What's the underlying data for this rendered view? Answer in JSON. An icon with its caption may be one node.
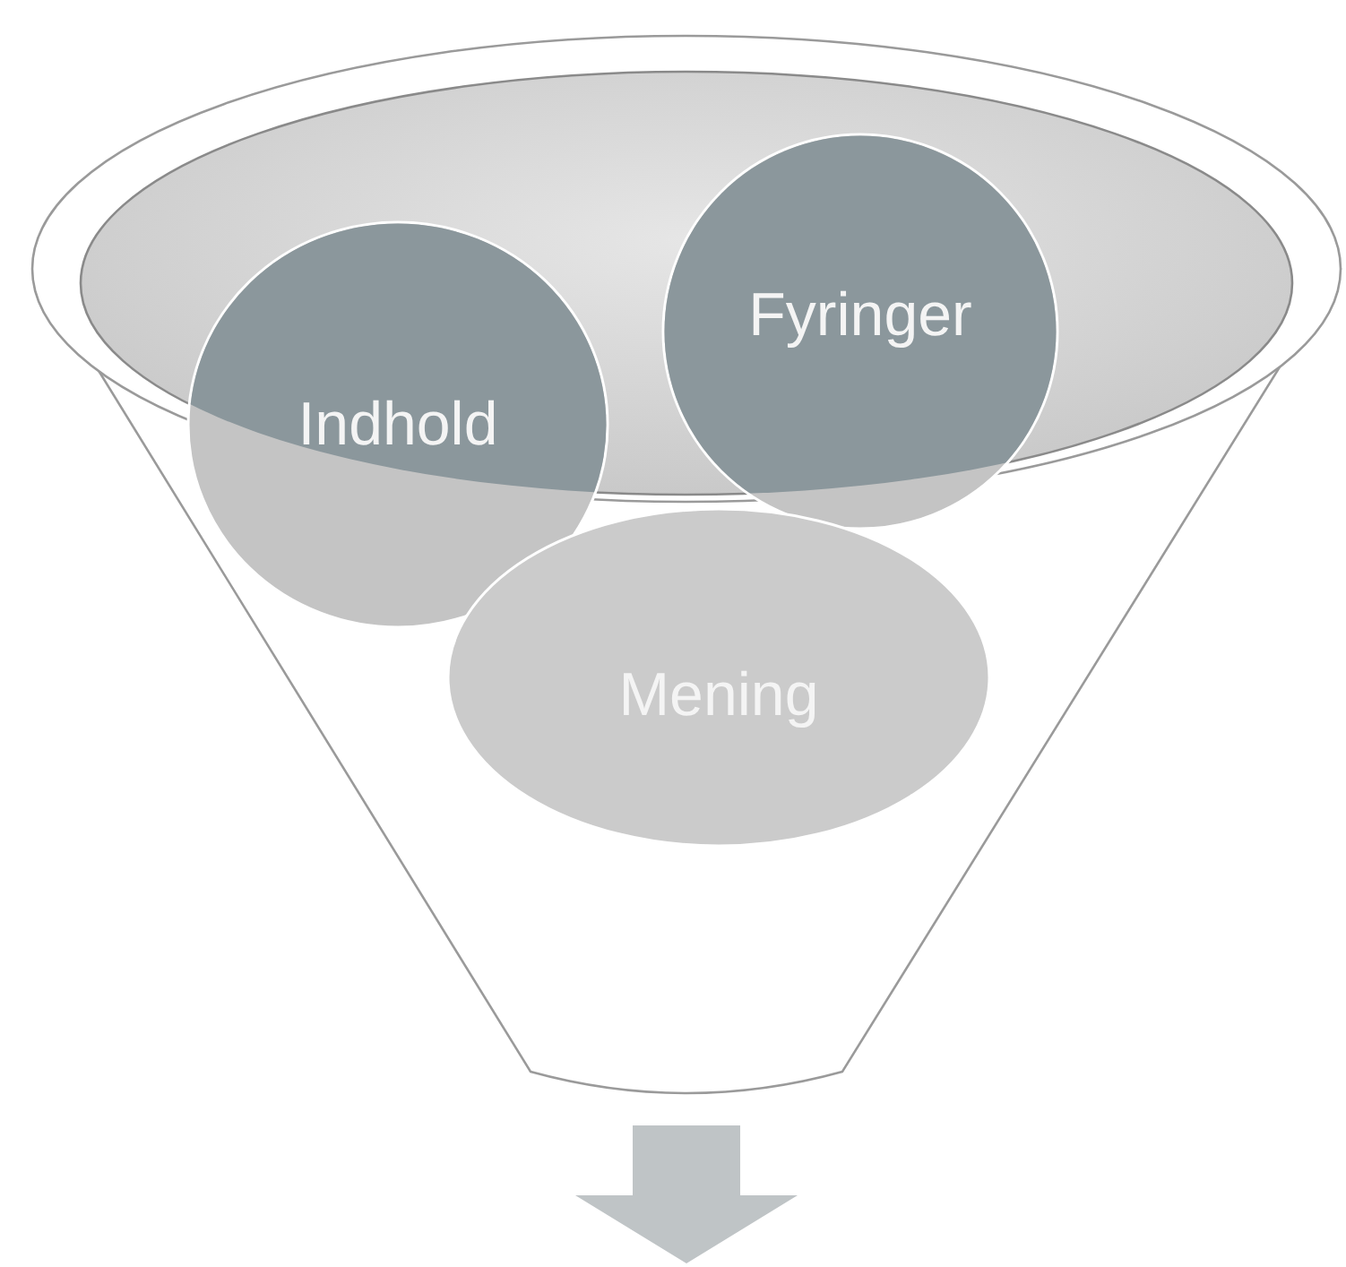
{
  "diagram": {
    "nodes": [
      {
        "text": [],
        "shape": "funnel"
      },
      {
        "text": [
          "Mening"
        ],
        "in": 0
      },
      {
        "text": [
          "Indhold"
        ],
        "in": 0
      },
      {
        "text": [
          "Fyringer"
        ],
        "in": 0
      }
    ]
  }
}
